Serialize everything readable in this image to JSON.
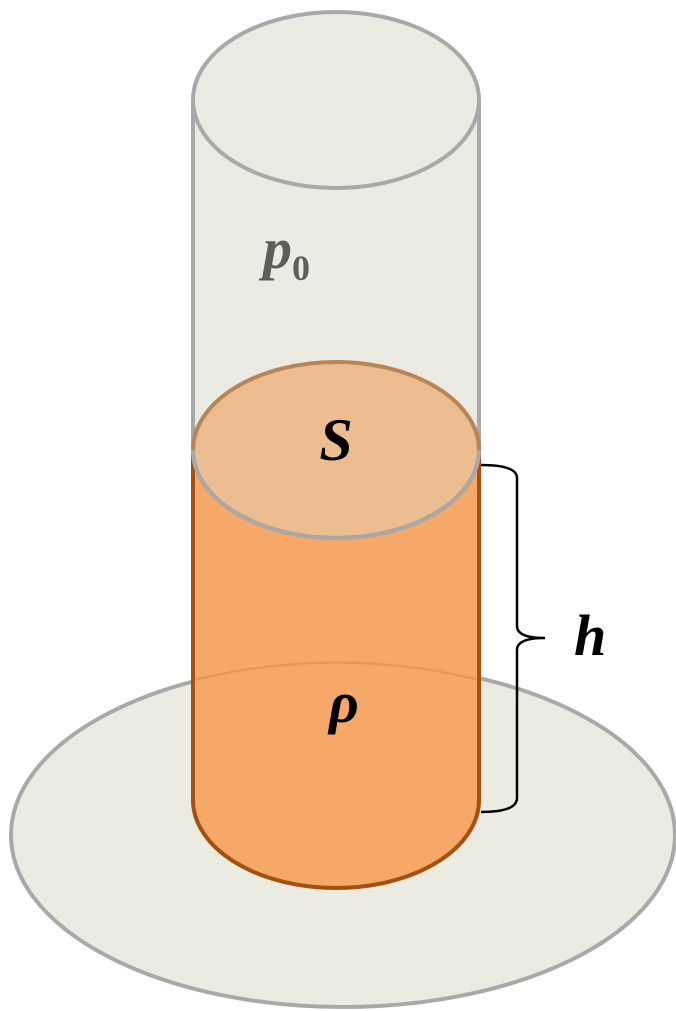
{
  "labels": {
    "pressure_symbol": "p",
    "pressure_subscript": "0",
    "area": "S",
    "density": "ρ",
    "height": "h"
  },
  "colors": {
    "background": "#ffffff",
    "base_plate": "#ecebe2",
    "empty_tube": "#ecebe3",
    "outline_gray": "#a9a9a9",
    "liquid_body": "#f5a462",
    "liquid_top_surface": "#ebbd90",
    "liquid_outline": "#a4500f",
    "pressure_text": "#5e5e58",
    "label_text": "#000000"
  }
}
